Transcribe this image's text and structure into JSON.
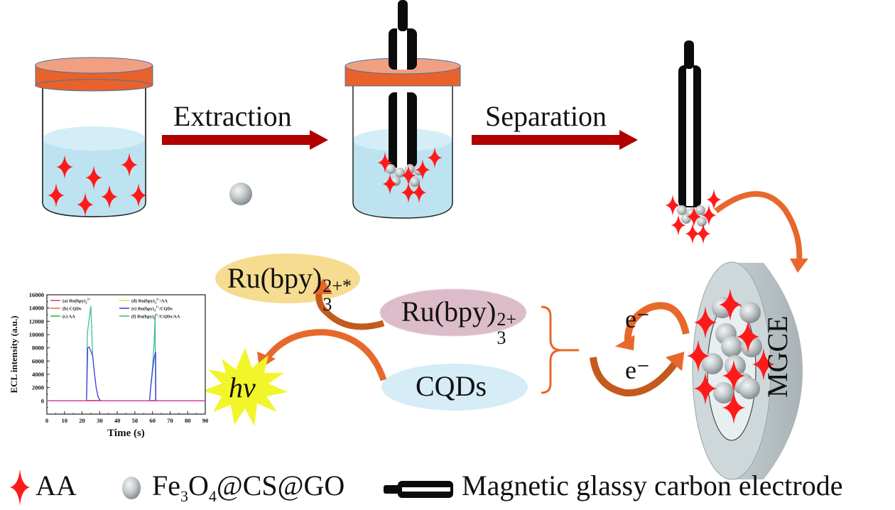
{
  "title": "Magnetic solid-phase extraction and ECL detection scheme",
  "steps": {
    "extraction": "Extraction",
    "separation": "Separation"
  },
  "species": {
    "ru_excited": {
      "base": "Ru(bpy)",
      "sub": "3",
      "sup": "2+*"
    },
    "ru": {
      "base": "Ru(bpy)",
      "sub": "3",
      "sup": "2+"
    },
    "cqds": "CQDs",
    "hv": "hv",
    "electron_top": "e⁻",
    "electron_bottom": "e⁻",
    "mgce": "MGCE"
  },
  "legend": [
    {
      "icon": "red-star-icon",
      "label": "AA"
    },
    {
      "icon": "nanoparticle-sphere-icon",
      "label_parts": [
        "Fe",
        "3",
        "O",
        "4",
        "@CS@GO"
      ]
    },
    {
      "icon": "electrode-icon",
      "label": "Magnetic glassy carbon electrode"
    }
  ],
  "colors": {
    "arrow_red": "#b00000",
    "cap_orange": "#e8622c",
    "cap_top": "#f0a080",
    "liquid": "#bde3f0",
    "liquid_top": "#d3eef6",
    "star_red": "#ff1a1a",
    "curve_orange": "#e8682c",
    "ell_yellow": "#f6dc90",
    "ell_pink": "#dcbcc8",
    "ell_blue": "#d6ecf7",
    "burst_yellow": "#f2f52a",
    "electrode_black": "#0b0b0b",
    "disk_gray": "#c9d3d6"
  },
  "chart_data": {
    "type": "line",
    "title": "",
    "xlabel": "Time (s)",
    "ylabel": "ECL intensity (a.u.)",
    "xlim": [
      0,
      90
    ],
    "ylim": [
      -2000,
      16000
    ],
    "xticks": [
      0,
      10,
      20,
      30,
      40,
      50,
      60,
      70,
      80,
      90
    ],
    "yticks": [
      0,
      2000,
      4000,
      6000,
      8000,
      10000,
      12000,
      14000,
      16000
    ],
    "legend_position": "top",
    "series": [
      {
        "name": "(a) Ru(bpy)3 2+",
        "label_base": "(a) Ru(bpy)",
        "label_sub": "3",
        "label_sup": "2+",
        "label_tail": "",
        "color": "#e0409a",
        "x": [
          0,
          90
        ],
        "y": [
          0,
          0
        ]
      },
      {
        "name": "(b) CQDs",
        "label_base": "(b) CQDs",
        "label_sub": "",
        "label_sup": "",
        "label_tail": "",
        "color": "#e07a3c",
        "x": [
          0,
          22.5,
          23,
          29,
          30,
          58.5,
          59,
          61.5,
          62,
          90
        ],
        "y": [
          0,
          0,
          80,
          80,
          0,
          0,
          80,
          80,
          0,
          0
        ]
      },
      {
        "name": "(c) AA",
        "label_base": "(c) AA",
        "label_sub": "",
        "label_sup": "",
        "label_tail": "",
        "color": "#2ec02e",
        "x": [
          0,
          90
        ],
        "y": [
          0,
          0
        ]
      },
      {
        "name": "(d) Ru(bpy)3 2+/AA",
        "label_base": "(d) Ru(bpy)",
        "label_sub": "3",
        "label_sup": "2+",
        "label_tail": "/AA",
        "color": "#e6e43a",
        "x": [
          0,
          90
        ],
        "y": [
          0,
          0
        ]
      },
      {
        "name": "(e) Ru(bpy)3 2+/CQDs",
        "label_base": "(e) Ru(bpy)",
        "label_sub": "3",
        "label_sup": "2+",
        "label_tail": "/CQDs",
        "color": "#4a3ce8",
        "x": [
          0,
          22.5,
          23.2,
          24,
          25,
          26,
          27,
          28,
          29,
          30,
          31,
          58.3,
          59,
          60,
          61,
          61.8,
          61.9,
          90
        ],
        "y": [
          0,
          0,
          8000,
          8100,
          7500,
          6800,
          4200,
          2000,
          700,
          150,
          0,
          0,
          2000,
          4500,
          6500,
          7400,
          0,
          0
        ]
      },
      {
        "name": "(f) Ru(bpy)3 2+/CQDs/AA",
        "label_base": "(f) Ru(bpy)",
        "label_sub": "3",
        "label_sup": "2+",
        "label_tail": "/CQDs/AA",
        "color": "#3fc08c",
        "x": [
          0,
          22.5,
          23,
          25,
          26,
          27,
          28,
          29,
          30,
          31,
          58.3,
          59,
          60,
          61,
          61.5,
          61.7,
          90
        ],
        "y": [
          0,
          0,
          10200,
          14300,
          7000,
          4200,
          2000,
          700,
          150,
          0,
          0,
          2200,
          5000,
          9000,
          13000,
          0,
          0
        ]
      }
    ]
  }
}
